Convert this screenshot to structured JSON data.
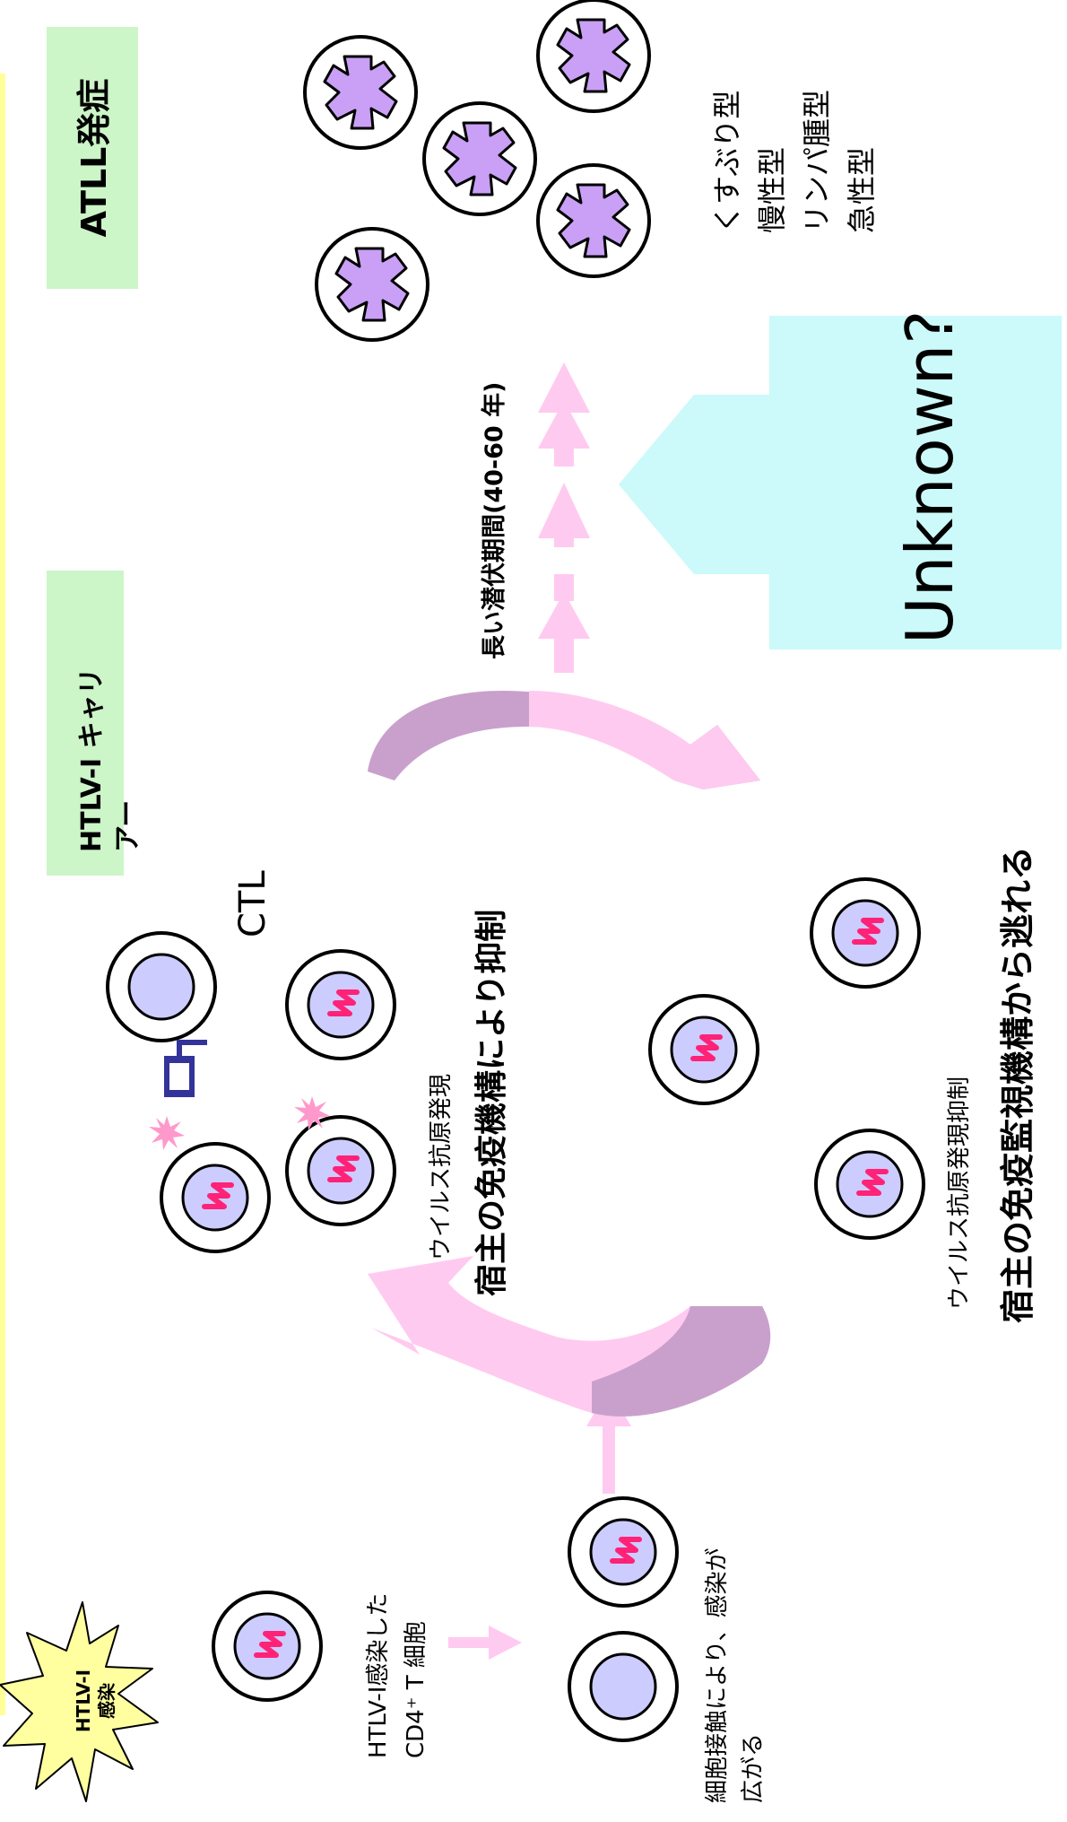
{
  "labels": {
    "infection_badge_line1": "HTLV-I",
    "infection_badge_line2": "感染",
    "carrier_stage_line1": "HTLV-I キャリ",
    "carrier_stage_line2": "アー",
    "atll_stage": "ATLL発症",
    "infected_cell_line1": "HTLV-I感染した",
    "infected_cell_line2": "CD4⁺ T 細胞",
    "spread_line1": "細胞接触により、感染が",
    "spread_line2": "広がる",
    "ctl": "CTL",
    "antigen_expression": "ウイルス抗原発現",
    "immune_suppression": "宿主の免疫機構により抑制",
    "antigen_suppression": "ウイルス抗原発現抑制",
    "immune_escape": "宿主の免疫監視機構から逃れる",
    "latency": "長い潜伏期間(40-60 年)",
    "unknown": "Unknown?",
    "atll_types": [
      "くすぶり型",
      "慢性型",
      "リンパ腫型",
      "急性型"
    ]
  },
  "colors": {
    "stage_box_green": "#ccf5c8",
    "unknown_box_cyan": "#ccf9f9",
    "timeline_bar_yellow": "#ffff99",
    "badge_star_yellow": "#ffffa0",
    "cell_nucleus_lavender": "#ccccff",
    "virus_magenta": "#ff2277",
    "arrow_pink": "#ffcaf0",
    "arrow_mauve": "#c9a0cc",
    "atll_cell_purple": "#c9a0f5",
    "ctl_receptor_navy": "#333399",
    "antigen_burst_pink": "#ff99cc"
  }
}
